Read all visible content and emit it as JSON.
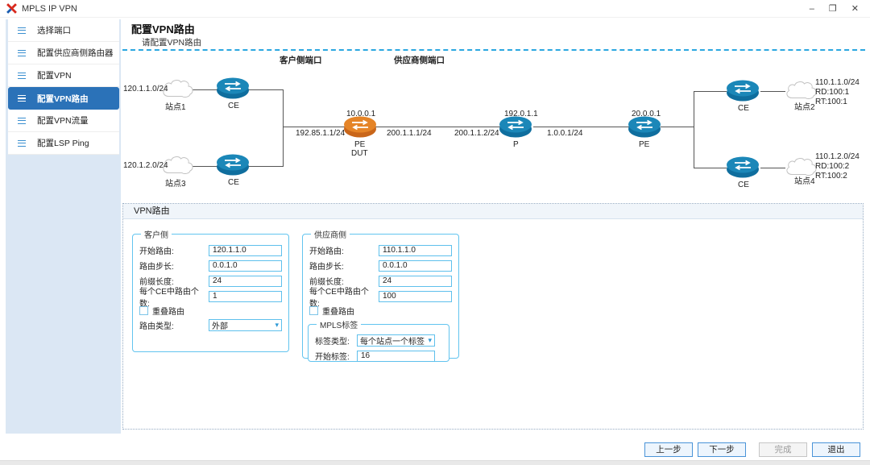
{
  "window": {
    "title": "MPLS IP VPN",
    "minimize": "–",
    "maximize": "❐",
    "close": "✕"
  },
  "sidebar": {
    "items": [
      {
        "label": "选择端口"
      },
      {
        "label": "配置供应商侧路由器"
      },
      {
        "label": "配置VPN"
      },
      {
        "label": "配置VPN路由"
      },
      {
        "label": "配置VPN流量"
      },
      {
        "label": "配置LSP Ping"
      }
    ],
    "selected": "配置VPN路由"
  },
  "header": {
    "title": "配置VPN路由",
    "subtitle": "请配置VPN路由"
  },
  "topology": {
    "customer_port_label": "客户侧端口",
    "provider_port_label": "供应商侧端口",
    "site1": {
      "network": "120.1.1.0/24",
      "name": "站点1"
    },
    "site3": {
      "network": "120.1.2.0/24",
      "name": "站点3"
    },
    "site2": {
      "network": "110.1.1.0/24",
      "rd": "RD:100:1",
      "rt": "RT:100:1",
      "name": "站点2"
    },
    "site4": {
      "network": "110.1.2.0/24",
      "rd": "RD:100:2",
      "rt": "RT:100:2",
      "name": "站点4"
    },
    "ce_label": "CE",
    "pe_dut": {
      "ip": "10.0.0.1",
      "label": "PE",
      "sublabel": "DUT"
    },
    "p_node": {
      "ip": "192.0.1.1",
      "label": "P"
    },
    "pe_right": {
      "ip": "20.0.0.1",
      "label": "PE"
    },
    "link_ce_pe": "192.85.1.1/24",
    "link_pe_p_left": "200.1.1.1/24",
    "link_pe_p_right": "200.1.1.2/24",
    "link_p_pe": "1.0.0.1/24"
  },
  "panel": {
    "title": "VPN路由",
    "customer": {
      "legend": "客户侧",
      "start_route_label": "开始路由:",
      "start_route_value": "120.1.1.0",
      "route_step_label": "路由步长:",
      "route_step_value": "0.0.1.0",
      "prefix_length_label": "前缀长度:",
      "prefix_length_value": "24",
      "routes_per_ce_label": "每个CE中路由个数:",
      "routes_per_ce_value": "1",
      "overlap_route_label": "重叠路由",
      "route_type_label": "路由类型:",
      "route_type_value": "外部"
    },
    "provider": {
      "legend": "供应商侧",
      "start_route_label": "开始路由:",
      "start_route_value": "110.1.1.0",
      "route_step_label": "路由步长:",
      "route_step_value": "0.0.1.0",
      "prefix_length_label": "前缀长度:",
      "prefix_length_value": "24",
      "routes_per_ce_label": "每个CE中路由个数:",
      "routes_per_ce_value": "100",
      "overlap_route_label": "重叠路由",
      "mpls": {
        "legend": "MPLS标签",
        "label_type_label": "标签类型:",
        "label_type_value": "每个站点一个标签",
        "start_label_label": "开始标签:",
        "start_label_value": "16"
      }
    }
  },
  "footer": {
    "prev": "上一步",
    "next": "下一步",
    "finish": "完成",
    "exit": "退出"
  },
  "colors": {
    "accent_blue": "#2b72b8",
    "router_blue": "#1778a8",
    "dut_orange": "#e07a22",
    "dashed_line": "#2ba7e0",
    "field_border": "#5fc0ec"
  }
}
